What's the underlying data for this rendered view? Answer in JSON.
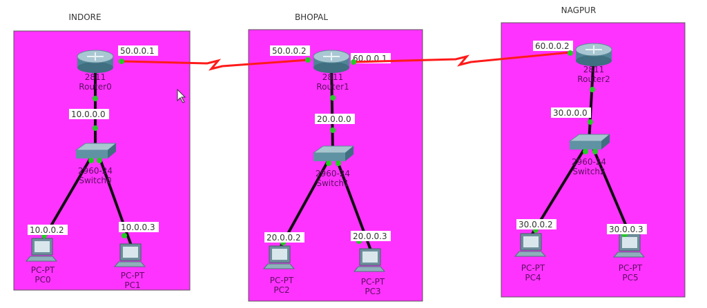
{
  "colors": {
    "zone": "#ff33ff",
    "wan": "#ff1a1a",
    "lan": "#111111",
    "port": "#22cc22",
    "highlight_ip": "#e0453a"
  },
  "sites": [
    {
      "title": "INDORE",
      "router": {
        "model": "2811",
        "name": "Router0"
      },
      "switch": {
        "model": "2960-24",
        "name": "Switch0"
      },
      "lan_ip": "10.0.0.0",
      "wan_ips": [
        "50.0.0.1"
      ],
      "pcs": [
        {
          "model": "PC-PT",
          "name": "PC0",
          "ip": "10.0.0.2"
        },
        {
          "model": "PC-PT",
          "name": "PC1",
          "ip": "10.0.0.3"
        }
      ]
    },
    {
      "title": "BHOPAL",
      "router": {
        "model": "2811",
        "name": "Router1"
      },
      "switch": {
        "model": "2960-24",
        "name": "Switch1"
      },
      "lan_ip": "20.0.0.0",
      "wan_ips": [
        "50.0.0.2",
        "60.0.0.1"
      ],
      "pcs": [
        {
          "model": "PC-PT",
          "name": "PC2",
          "ip": "20.0.0.2"
        },
        {
          "model": "PC-PT",
          "name": "PC3",
          "ip": "20.0.0.3"
        }
      ]
    },
    {
      "title": "NAGPUR",
      "router": {
        "model": "2811",
        "name": "Router2"
      },
      "switch": {
        "model": "2960-24",
        "name": "Switch2"
      },
      "lan_ip": "30.0.0.0",
      "wan_ips": [
        "60.0.0.2"
      ],
      "pcs": [
        {
          "model": "PC-PT",
          "name": "PC4",
          "ip": "30.0.0.2"
        },
        {
          "model": "PC-PT",
          "name": "PC5",
          "ip": "30.0.0.3"
        }
      ]
    }
  ]
}
